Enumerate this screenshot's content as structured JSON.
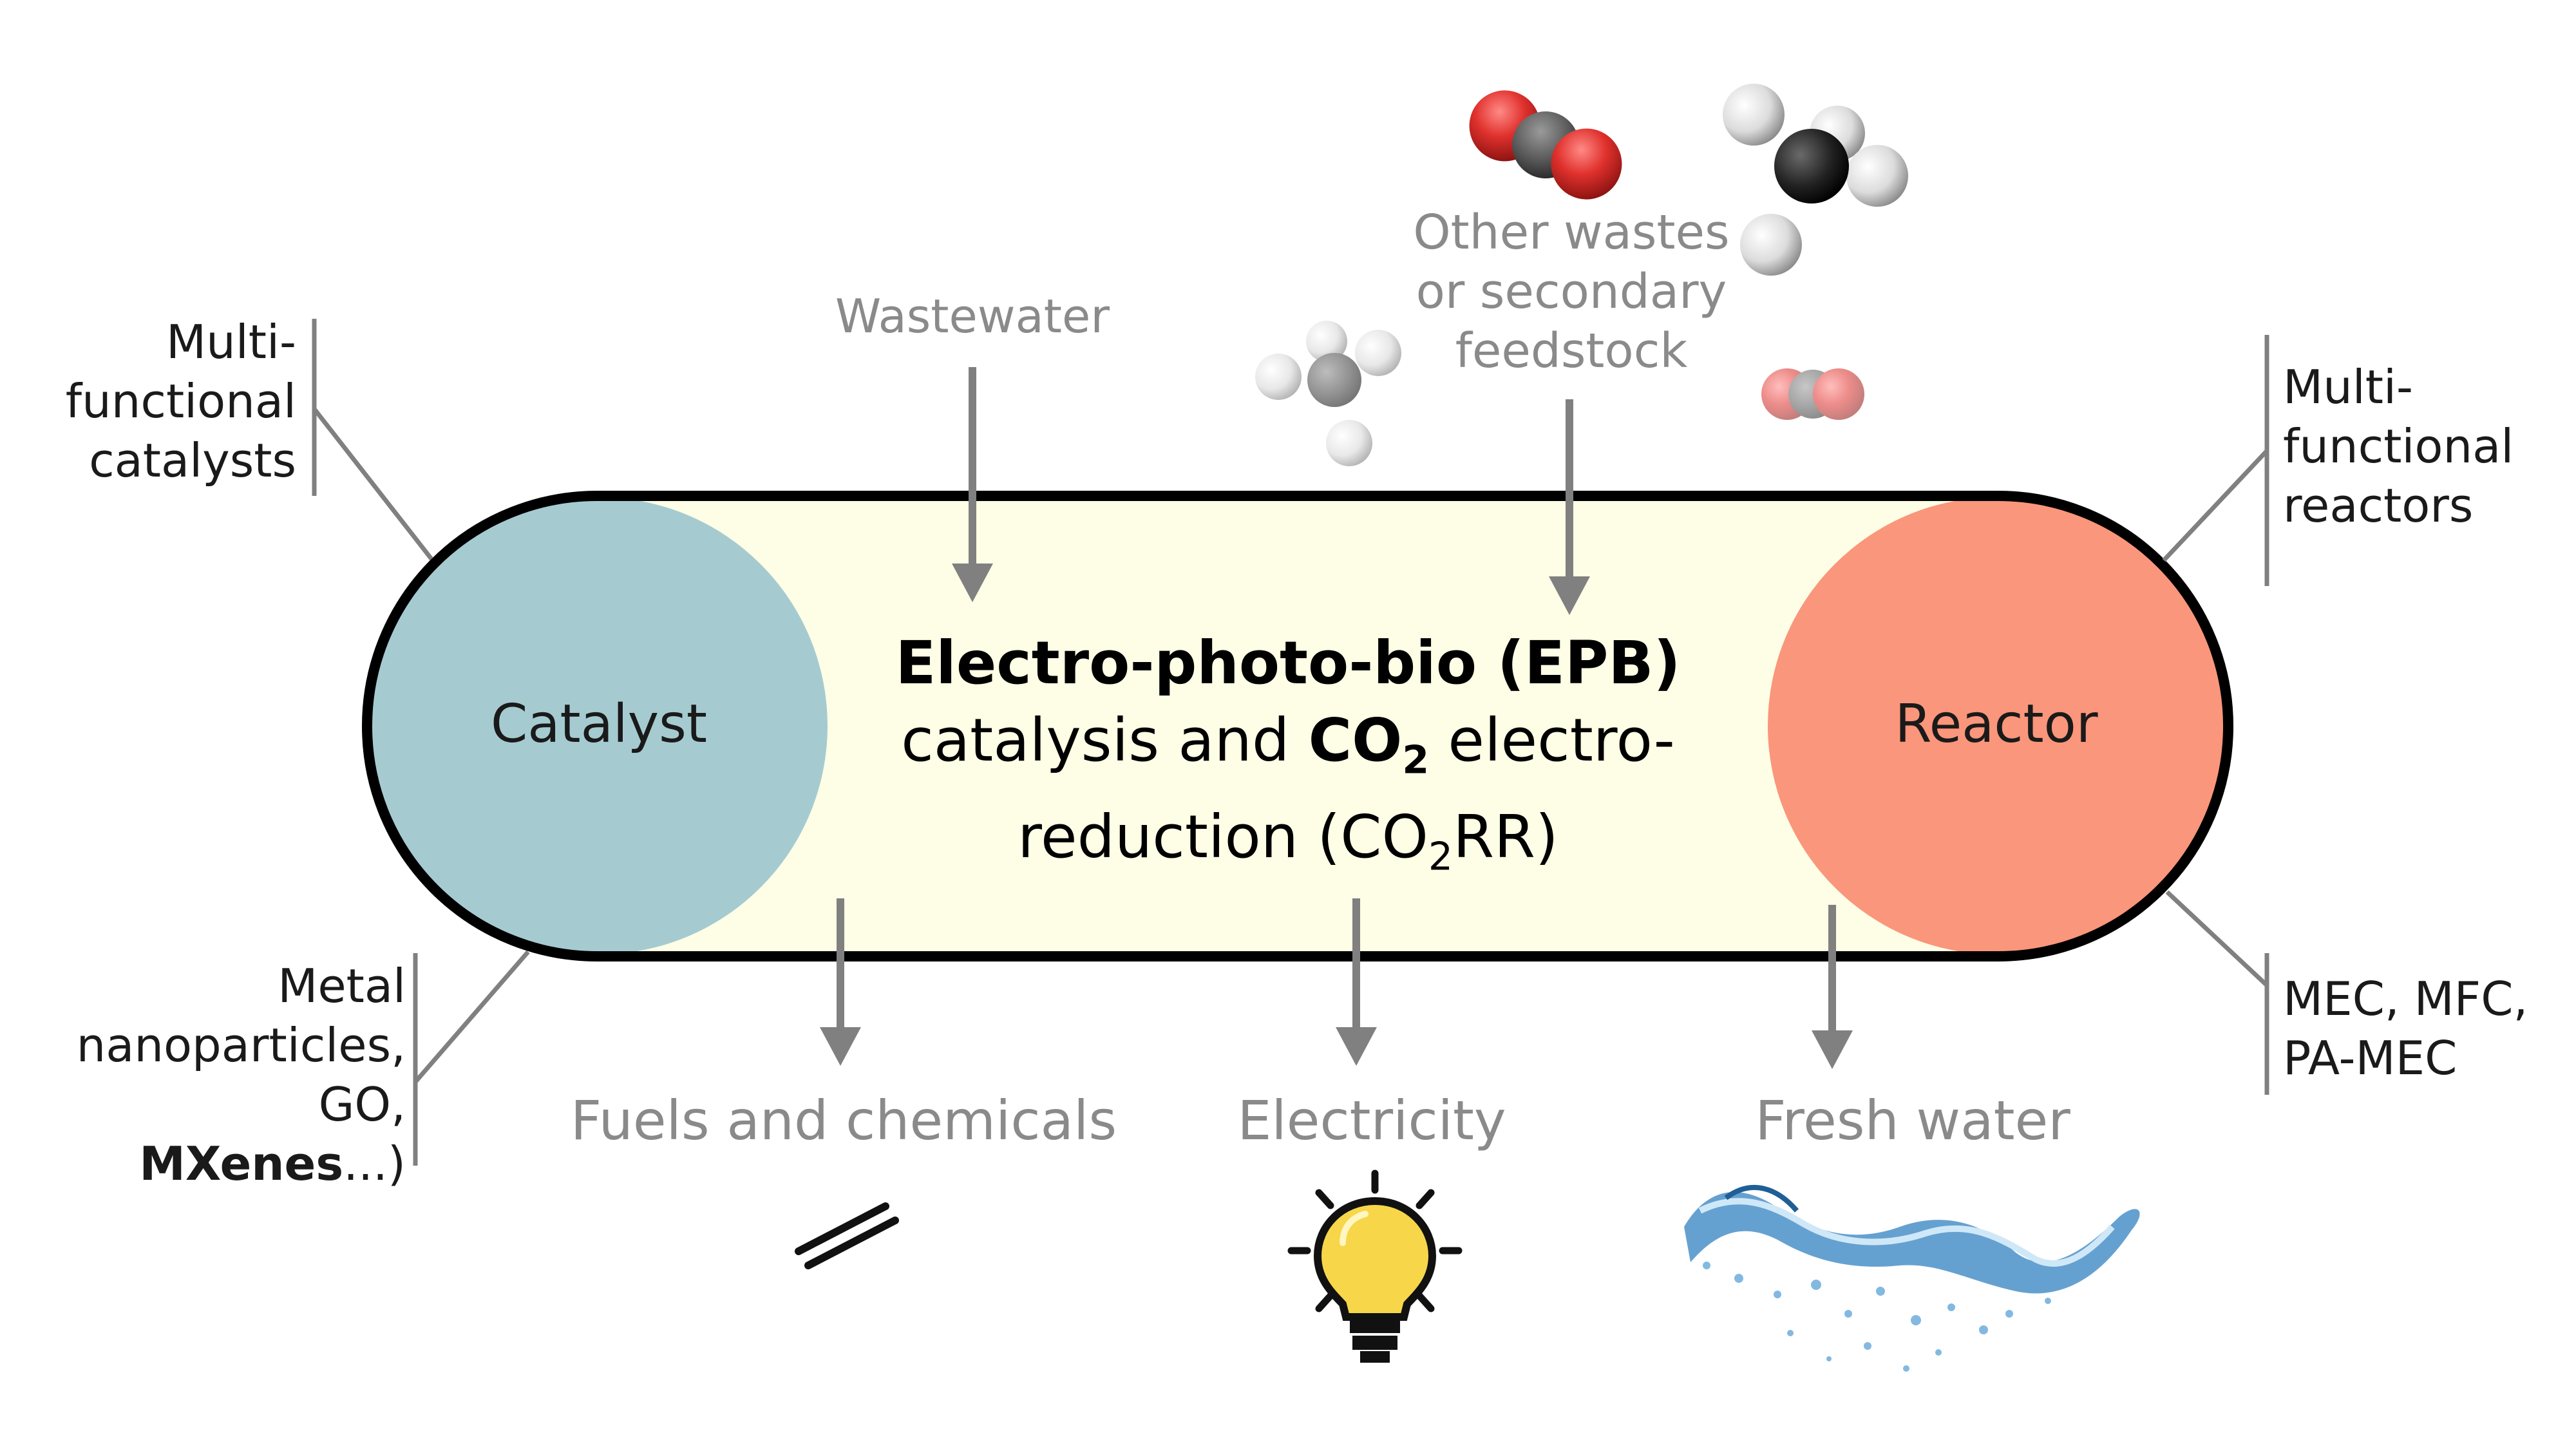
{
  "center": {
    "title": "Electro-photo-bio (EPB)",
    "line2_a": "catalysis and ",
    "line2_co": "CO",
    "line2_sub": "2",
    "line2_b": " electro-",
    "line3_a": "reduction (CO",
    "line3_sub": "2",
    "line3_b": "RR)"
  },
  "circles": {
    "catalyst": "Catalyst",
    "reactor": "Reactor"
  },
  "inputs": {
    "wastewater": "Wastewater",
    "other_wastes": [
      "Other wastes",
      "or secondary",
      "feedstock"
    ]
  },
  "outputs": {
    "fuels": "Fuels and chemicals",
    "electricity": "Electricity",
    "fresh_water": "Fresh water"
  },
  "side_labels": {
    "top_left": [
      "Multi-",
      "functional",
      "catalysts"
    ],
    "bottom_left_line1": "Metal",
    "bottom_left_line2": "nanoparticles,",
    "bottom_left_line3_a": "GO, ",
    "bottom_left_line3_b": "MXenes",
    "bottom_left_line3_c": "...)",
    "top_right": [
      "Multi-",
      "functional",
      "reactors"
    ],
    "bottom_right": [
      "MEC, MFC,",
      "PA-MEC"
    ]
  },
  "colors": {
    "catalyst_circle": "#a5cbd1",
    "reactor_circle": "#fa967b",
    "capsule_fill": "#fefee6",
    "arrow": "#808080",
    "bulb": "#f7d64a",
    "co2_red": "#d9322f",
    "carbon": "#555555"
  },
  "icons": {
    "fuels": "double-bond-icon",
    "electricity": "light-bulb-icon",
    "fresh_water": "water-splash-icon",
    "molecules": [
      "co2-molecule-icon",
      "methane-molecule-icon"
    ]
  }
}
